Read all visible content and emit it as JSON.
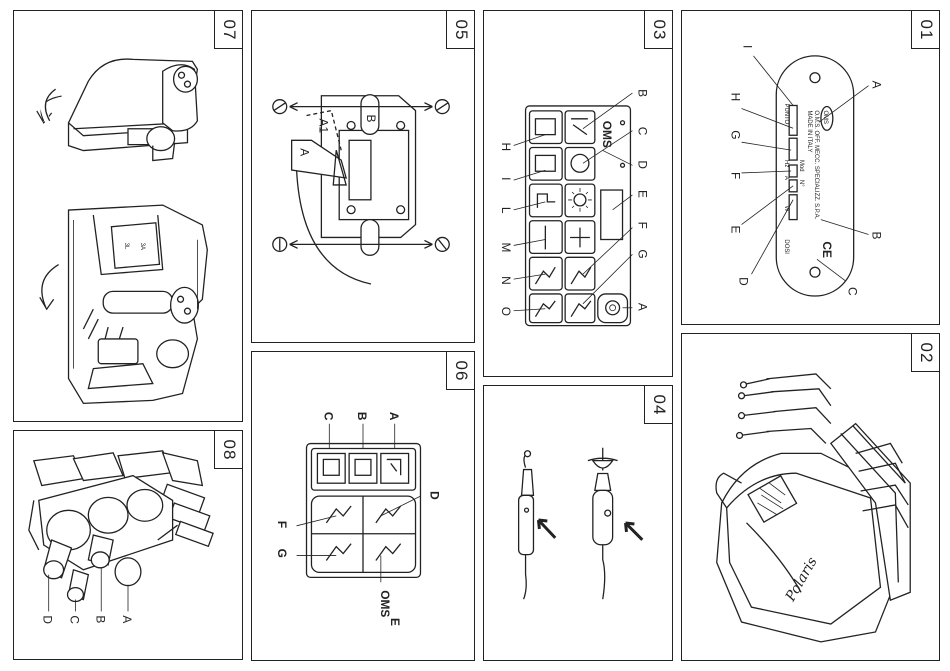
{
  "panels": {
    "p01": {
      "num": "01",
      "labels": [
        "A",
        "B",
        "C",
        "D",
        "E",
        "F",
        "G",
        "H",
        "I"
      ],
      "plate": {
        "brand": "OMS",
        "company": "O.M.S. OFF. MECC. SPECIALIZZ. S.P.A.",
        "made": "MADE IN ITALY",
        "field_left": "PUNTO",
        "field_right": "DOSI",
        "field_n": "N°",
        "field_mod": "Mod",
        "field_w": "W",
        "field_a": "A",
        "field_hz": "Hz",
        "ce": "CE"
      }
    },
    "p02": {
      "num": "02",
      "brand": "Polaris"
    },
    "p03": {
      "num": "03",
      "labels_right": [
        "B",
        "C",
        "D",
        "E",
        "F",
        "G",
        "A"
      ],
      "labels_left": [
        "H",
        "I",
        "L",
        "M",
        "N",
        "O"
      ],
      "brand": "OMS"
    },
    "p04": {
      "num": "04"
    },
    "p05": {
      "num": "05",
      "labels": [
        "A",
        "A1",
        "B"
      ]
    },
    "p06": {
      "num": "06",
      "labels_top": [
        "C",
        "B",
        "A"
      ],
      "labels_side": [
        "D",
        "E",
        "F",
        "G"
      ],
      "brand": "OMS"
    },
    "p07": {
      "num": "07",
      "labels": [
        "3L",
        "3A"
      ]
    },
    "p08": {
      "num": "08",
      "labels": [
        "D",
        "C",
        "B",
        "A"
      ]
    }
  }
}
